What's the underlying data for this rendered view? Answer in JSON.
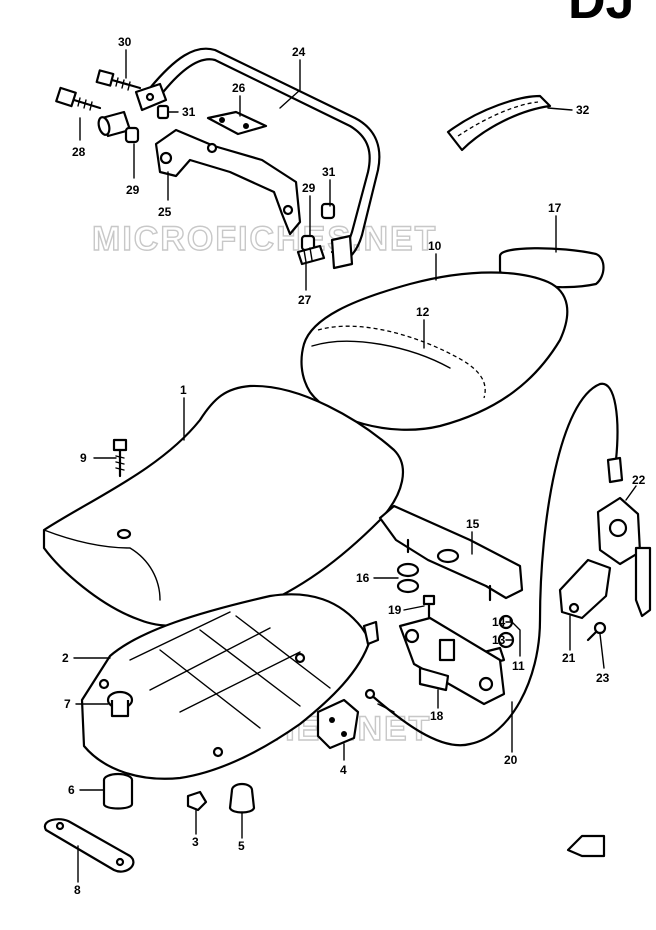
{
  "diagram": {
    "corner_title": "DJ",
    "watermark_text": "MICROFICHES.NET",
    "callouts": [
      {
        "id": "callout-30",
        "label": "30"
      },
      {
        "id": "callout-24",
        "label": "24"
      },
      {
        "id": "callout-26",
        "label": "26"
      },
      {
        "id": "callout-31a",
        "label": "31"
      },
      {
        "id": "callout-28",
        "label": "28"
      },
      {
        "id": "callout-29a",
        "label": "29"
      },
      {
        "id": "callout-25",
        "label": "25"
      },
      {
        "id": "callout-31b",
        "label": "31"
      },
      {
        "id": "callout-29b",
        "label": "29"
      },
      {
        "id": "callout-27",
        "label": "27"
      },
      {
        "id": "callout-32",
        "label": "32"
      },
      {
        "id": "callout-17",
        "label": "17"
      },
      {
        "id": "callout-10",
        "label": "10"
      },
      {
        "id": "callout-12",
        "label": "12"
      },
      {
        "id": "callout-1",
        "label": "1"
      },
      {
        "id": "callout-9",
        "label": "9"
      },
      {
        "id": "callout-22",
        "label": "22"
      },
      {
        "id": "callout-15",
        "label": "15"
      },
      {
        "id": "callout-16",
        "label": "16"
      },
      {
        "id": "callout-19",
        "label": "19"
      },
      {
        "id": "callout-14",
        "label": "14"
      },
      {
        "id": "callout-13",
        "label": "13"
      },
      {
        "id": "callout-2",
        "label": "2"
      },
      {
        "id": "callout-11",
        "label": "11"
      },
      {
        "id": "callout-21",
        "label": "21"
      },
      {
        "id": "callout-23",
        "label": "23"
      },
      {
        "id": "callout-7",
        "label": "7"
      },
      {
        "id": "callout-18",
        "label": "18"
      },
      {
        "id": "callout-4",
        "label": "4"
      },
      {
        "id": "callout-20",
        "label": "20"
      },
      {
        "id": "callout-6",
        "label": "6"
      },
      {
        "id": "callout-3",
        "label": "3"
      },
      {
        "id": "callout-5",
        "label": "5"
      },
      {
        "id": "callout-8",
        "label": "8"
      }
    ]
  }
}
